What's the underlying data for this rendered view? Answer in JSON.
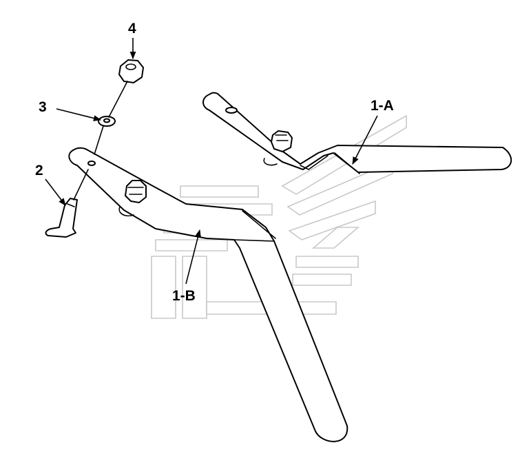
{
  "callouts": {
    "nut": "4",
    "washer": "3",
    "bolt": "2",
    "bracket_a": "1-A",
    "bracket_b": "1-B"
  },
  "colors": {
    "line": "#000000",
    "background": "#ffffff",
    "watermark": "#c8c8c8"
  }
}
